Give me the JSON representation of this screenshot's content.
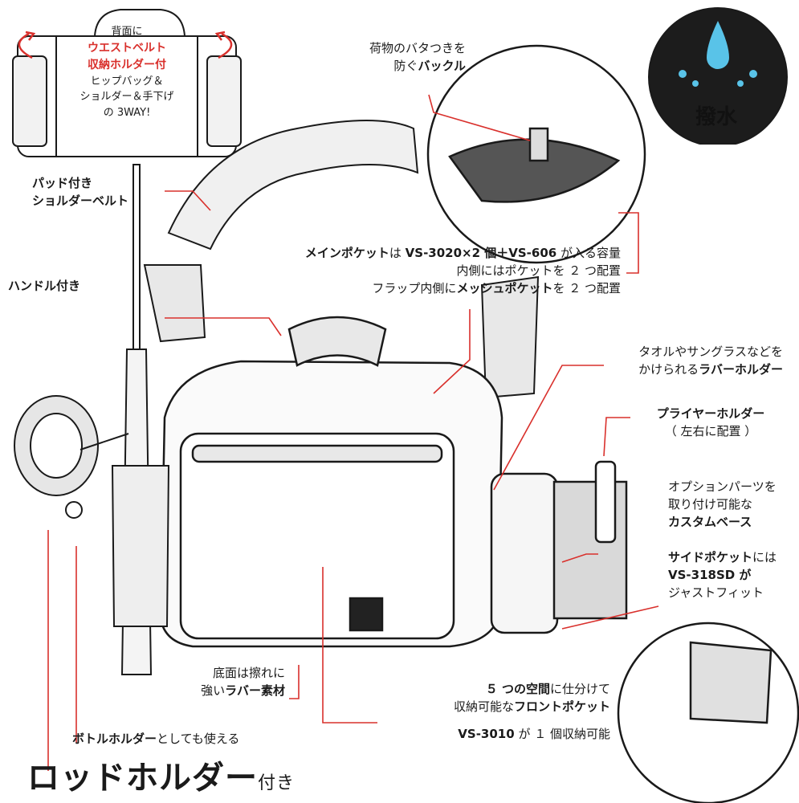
{
  "back_note": {
    "line1": "背面に",
    "line2": "ウエストベルト",
    "line3": "収納ホルダー付",
    "line4": "ヒップバッグ＆",
    "line5": "ショルダー＆手下げ",
    "line6": "の 3WAY!"
  },
  "buckle_note": {
    "line1": "荷物のバタつきを",
    "line2_prefix": "防ぐ",
    "line2_bold": "バックル"
  },
  "badge": {
    "label": "撥水",
    "icon": "water-drop-icon"
  },
  "shoulder_note": {
    "line1": "パッド付き",
    "line2": "ショルダーベルト"
  },
  "handle_note": {
    "label": "ハンドル付き"
  },
  "main_pocket_note": {
    "l1_bold_a": "メインポケット",
    "l1_text_a": "は ",
    "l1_bold_b": "VS-3020×2 個＋VS-606",
    "l1_text_b": " が入る容量",
    "l2": "内側にはポケットを ２ つ配置",
    "l3_text_a": "フラップ内側に",
    "l3_bold": "メッシュポケット",
    "l3_text_b": "を ２ つ配置"
  },
  "rubber_holder_note": {
    "line1": "タオルやサングラスなどを",
    "line2_text": "かけられる",
    "line2_bold": "ラバーホルダー"
  },
  "plier_note": {
    "line1": "プライヤーホルダー",
    "line2": "（ 左右に配置 ）"
  },
  "custom_base_note": {
    "line1": "オプションパーツを",
    "line2": "取り付け可能な",
    "line3": "カスタムベース"
  },
  "side_pocket_note": {
    "line1_bold": "サイドポケット",
    "line1_text": "には",
    "line2": "VS-318SD が",
    "line3": "ジャストフィット"
  },
  "bottom_note": {
    "line1": "底面は擦れに",
    "line2_text": "強い",
    "line2_bold": "ラバー素材"
  },
  "front_pocket_note": {
    "line1_bold": "５ つの空間",
    "line1_text": "に仕分けて",
    "line2_text": "収納可能な",
    "line2_bold": "フロントポケット",
    "line3_bold": "VS-3010",
    "line3_text": " が １ 個収納可能"
  },
  "bottle_note": {
    "bold": "ボトルホルダー",
    "text": "としても使える"
  },
  "rod_holder_note": {
    "bold": "ロッドホルダー",
    "suffix": "付き"
  },
  "colors": {
    "accent_red": "#d9302c",
    "line_gray": "#1a1a1a",
    "fill_gray": "#e8e8e8"
  }
}
